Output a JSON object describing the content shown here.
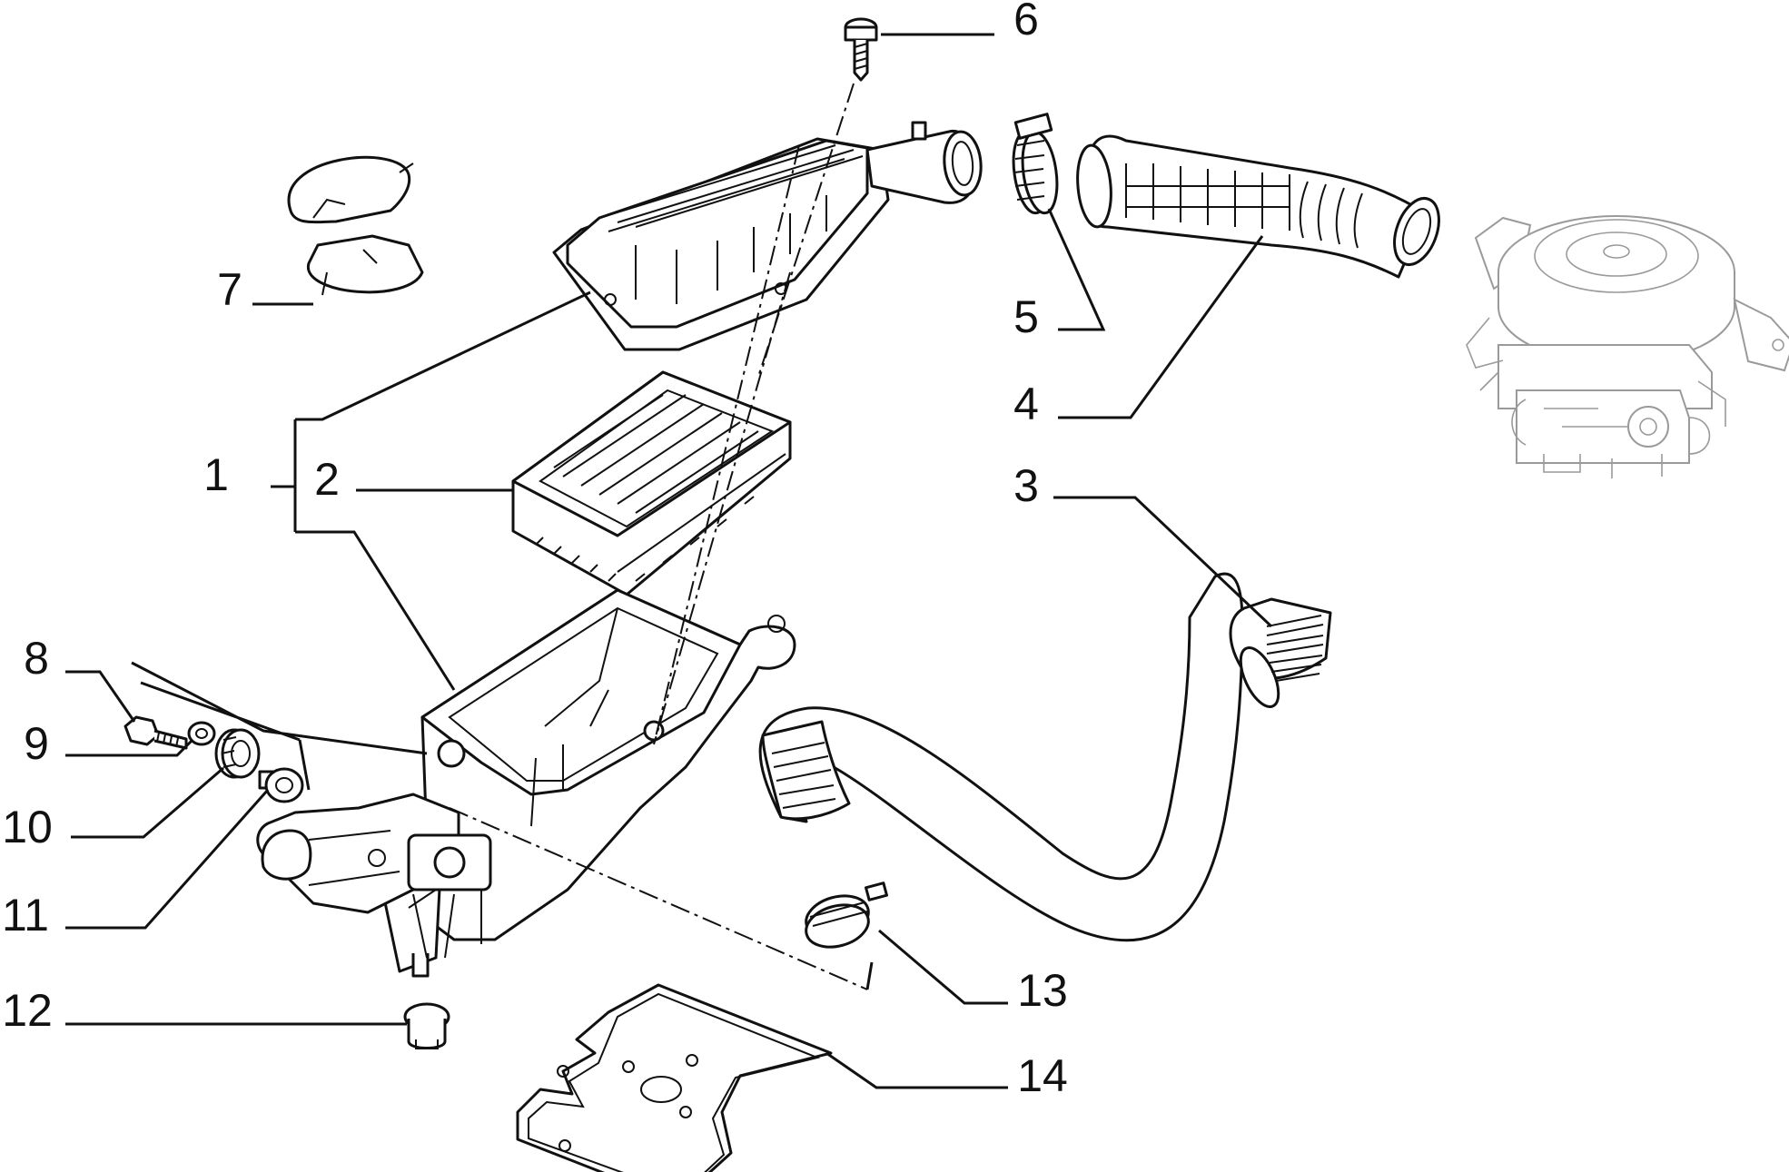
{
  "diagram": {
    "callouts": [
      {
        "id": "1",
        "label": "1"
      },
      {
        "id": "2",
        "label": "2"
      },
      {
        "id": "3",
        "label": "3"
      },
      {
        "id": "4",
        "label": "4"
      },
      {
        "id": "5",
        "label": "5"
      },
      {
        "id": "6",
        "label": "6"
      },
      {
        "id": "7",
        "label": "7"
      },
      {
        "id": "8",
        "label": "8"
      },
      {
        "id": "9",
        "label": "9"
      },
      {
        "id": "10",
        "label": "10"
      },
      {
        "id": "11",
        "label": "11"
      },
      {
        "id": "12",
        "label": "12"
      },
      {
        "id": "13",
        "label": "13"
      },
      {
        "id": "14",
        "label": "14"
      }
    ],
    "colors": {
      "line": "#111111",
      "ghost": "#9a9a9a",
      "background": "#ffffff"
    }
  }
}
